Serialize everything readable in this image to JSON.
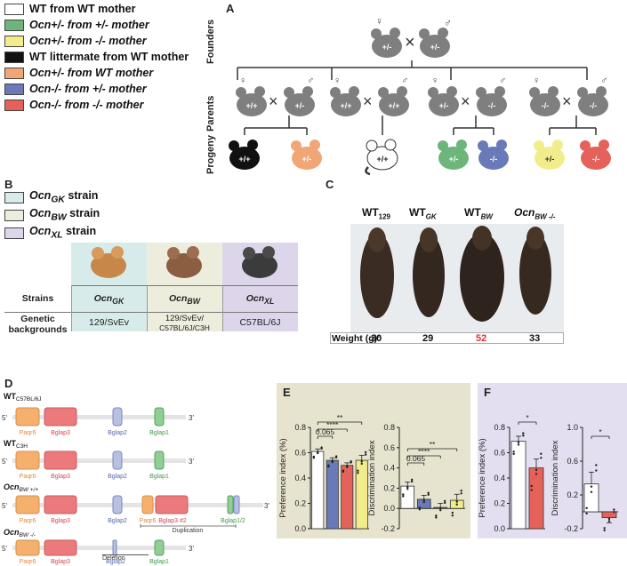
{
  "legend": {
    "items": [
      {
        "label": "WT from WT mother",
        "color": "#ffffff"
      },
      {
        "label": "Ocn+/- from +/- mother",
        "color": "#6db57a"
      },
      {
        "label": "Ocn+/- from -/- mother",
        "color": "#f3ec8b"
      },
      {
        "label": "WT littermate from WT mother",
        "color": "#111111"
      },
      {
        "label": "Ocn+/- from WT mother",
        "color": "#f0a675"
      },
      {
        "label": "Ocn-/- from +/- mother",
        "color": "#6a79b8"
      },
      {
        "label": "Ocn-/- from -/- mother",
        "color": "#e5625a"
      }
    ]
  },
  "panel_a": {
    "letter": "A",
    "row_labels": [
      "Founders",
      "Parents",
      "Progeny"
    ],
    "founders": [
      "+/-",
      "+/-"
    ],
    "parents": [
      [
        "+/+",
        "+/-"
      ],
      [
        "+/+",
        "+/+"
      ],
      [
        "+/-",
        "-/-"
      ],
      [
        "-/-",
        "-/-"
      ]
    ],
    "progeny": [
      "+/+",
      "+/-",
      "+/+",
      "+/-",
      "-/-",
      "+/-",
      "-/-"
    ],
    "female_symbol": "♀",
    "male_symbol": "♂",
    "cross_symbol": "×"
  },
  "panel_b": {
    "letter": "B",
    "strains": [
      {
        "name": "Ocn",
        "sub": "GK",
        "suffix": " strain",
        "color": "#d7ecea"
      },
      {
        "name": "Ocn",
        "sub": "BW",
        "suffix": " strain",
        "color": "#ededde"
      },
      {
        "name": "Ocn",
        "sub": "XL",
        "suffix": " strain",
        "color": "#ddd6ea"
      }
    ],
    "table": {
      "row1_header": "Strains",
      "row2_header_line1": "Genetic",
      "row2_header_line2": "backgrounds",
      "strain_cells": [
        {
          "name": "Ocn",
          "sub": "GK"
        },
        {
          "name": "Ocn",
          "sub": "BW"
        },
        {
          "name": "Ocn",
          "sub": "XL"
        }
      ],
      "backgrounds": [
        "129/SvEv",
        "129/SvEv/",
        "C57BL/6J/C3H",
        "C57BL/6J"
      ]
    }
  },
  "panel_c": {
    "letter": "C",
    "mice": [
      {
        "label": "WT",
        "sub": "129",
        "weight": "30",
        "weight_color": "#111111"
      },
      {
        "label": "WT",
        "sub": "GK",
        "weight": "29",
        "weight_color": "#111111"
      },
      {
        "label": "WT",
        "sub": "BW",
        "weight": "52",
        "weight_color": "#e0303a"
      },
      {
        "label": "Ocn",
        "sub": "BW -/-",
        "weight": "33",
        "weight_color": "#111111"
      }
    ],
    "weight_label": "Weight (g):"
  },
  "panel_d": {
    "letter": "D",
    "loci": [
      {
        "title": "WT",
        "sub": "C57BL/6J"
      },
      {
        "title": "WT",
        "sub": "C3H"
      },
      {
        "title": "Ocn",
        "sub": "BW +/+"
      },
      {
        "title": "Ocn",
        "sub": "BW -/-"
      }
    ],
    "genes": {
      "paqr6": "Paqr6",
      "bglap3": "Bglap3",
      "bglap2": "Bglap2",
      "bglap1": "Bglap1",
      "bglap3_2": "Bglap3 #2",
      "bglap12": "Bglap1/2"
    },
    "annotations": {
      "duplication": "Duplication",
      "deletion": "Deletion"
    },
    "end5": "5'",
    "end3": "3'"
  },
  "panel_e": {
    "letter": "E",
    "bg": "#e6e4cf",
    "stats": {
      "pref_ns": "0.065",
      "pref_s1": "****",
      "pref_s2": "**",
      "disc_ns": "0.065",
      "disc_s1": "****",
      "disc_s2": "**"
    }
  },
  "panel_f": {
    "letter": "F",
    "bg": "#e3dff0",
    "stats": {
      "pref": "*",
      "disc": "*"
    }
  },
  "chart_data": [
    {
      "type": "bar",
      "panel": "E",
      "ylabel": "Preference index (%)",
      "ylim": [
        0,
        0.8
      ],
      "yticks": [
        "0.0",
        "0.2",
        "0.4",
        "0.6",
        "0.8"
      ],
      "groups": [
        "WT from WT mother",
        "Ocn-/- from +/- mother",
        "Ocn-/- from -/- mother",
        "Ocn+/- from -/- mother"
      ],
      "colors": [
        "#ffffff",
        "#6a79b8",
        "#e5625a",
        "#f3ec8b"
      ],
      "values": [
        0.61,
        0.54,
        0.5,
        0.54
      ],
      "errors": [
        0.02,
        0.02,
        0.02,
        0.04
      ]
    },
    {
      "type": "bar",
      "panel": "E",
      "ylabel": "Discrimination index",
      "ylim": [
        -0.2,
        0.8
      ],
      "yticks": [
        "-0.2",
        "0.0",
        "0.2",
        "0.4",
        "0.6",
        "0.8"
      ],
      "groups": [
        "WT from WT mother",
        "Ocn-/- from +/- mother",
        "Ocn-/- from -/- mother",
        "Ocn+/- from -/- mother"
      ],
      "colors": [
        "#ffffff",
        "#6a79b8",
        "#e5625a",
        "#f3ec8b"
      ],
      "values": [
        0.22,
        0.09,
        0.01,
        0.08
      ],
      "errors": [
        0.04,
        0.04,
        0.04,
        0.06
      ]
    },
    {
      "type": "bar",
      "panel": "F",
      "ylabel": "Preference index (%)",
      "ylim": [
        0,
        0.8
      ],
      "yticks": [
        "0.0",
        "0.2",
        "0.4",
        "0.6",
        "0.8"
      ],
      "groups": [
        "WT from WT mother",
        "Ocn-/- from -/- mother"
      ],
      "colors": [
        "#ffffff",
        "#e5625a"
      ],
      "values": [
        0.69,
        0.48
      ],
      "errors": [
        0.04,
        0.07
      ]
    },
    {
      "type": "bar",
      "panel": "F",
      "ylabel": "Discrimination index",
      "ylim": [
        -0.2,
        1.0
      ],
      "yticks": [
        "-0.2",
        "0.2",
        "0.6",
        "1.0"
      ],
      "groups": [
        "WT from WT mother",
        "Ocn-/- from -/- mother"
      ],
      "colors": [
        "#ffffff",
        "#e5625a"
      ],
      "values": [
        0.33,
        -0.07
      ],
      "errors": [
        0.14,
        0.06
      ]
    }
  ]
}
